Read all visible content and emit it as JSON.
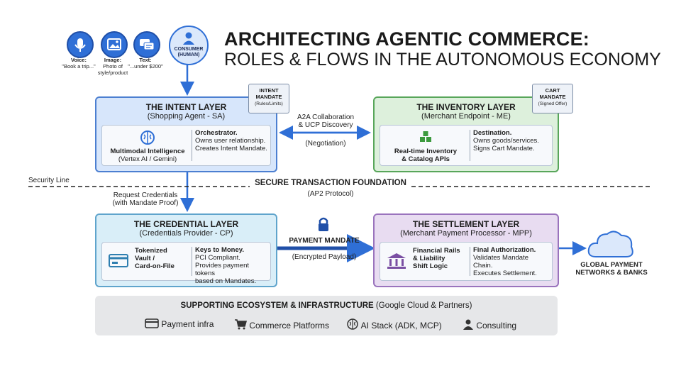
{
  "title": {
    "line1": "ARCHITECTING AGENTIC COMMERCE:",
    "line2": "ROLES & FLOWS IN THE AUTONOMOUS ECONOMY"
  },
  "inputs": [
    {
      "label": "Voice:",
      "detail": "\"Book a trip...\"",
      "icon": "microphone-icon"
    },
    {
      "label": "Image:",
      "detail": "Photo of style/product",
      "icon": "image-icon"
    },
    {
      "label": "Text:",
      "detail": "\"...under $200\"",
      "icon": "chat-icon"
    }
  ],
  "consumer": {
    "line1": "CONSUMER",
    "line2": "(HUMAN)",
    "icon": "person-icon"
  },
  "layers": {
    "intent": {
      "title": "THE INTENT LAYER",
      "subtitle": "(Shopping Agent - SA)",
      "left_title": "Multimodal Intelligence",
      "left_sub": "(Vertex AI / Gemini)",
      "right_bold": "Orchestrator.",
      "right_l1": "Owns user relationship.",
      "right_l2": "Creates Intent Mandate.",
      "doc_title": "INTENT MANDATE",
      "doc_sub": "(Rules/Limits)",
      "icon": "brain-icon"
    },
    "inventory": {
      "title": "THE INVENTORY LAYER",
      "subtitle": "(Merchant Endpoint - ME)",
      "left_l1": "Real-time Inventory",
      "left_l2": "& Catalog APIs",
      "right_bold": "Destination.",
      "right_l1": "Owns goods/services.",
      "right_l2": "Signs Cart Mandate.",
      "doc_title": "CART MANDATE",
      "doc_sub": "(Signed Offer)",
      "icon": "boxes-icon"
    },
    "credential": {
      "title": "THE CREDENTIAL LAYER",
      "subtitle": "(Credentials Provider - CP)",
      "left_l1": "Tokenized",
      "left_l2": "Vault /",
      "left_l3": "Card-on-File",
      "right_bold": "Keys to Money.",
      "right_l1": "PCI Compliant.",
      "right_l2": "Provides payment tokens",
      "right_l3": "based on Mandates.",
      "icon": "card-icon"
    },
    "settlement": {
      "title": "THE SETTLEMENT LAYER",
      "subtitle": "(Merchant Payment Processor - MPP)",
      "left_l1": "Financial Rails",
      "left_l2": "& Liability",
      "left_l3": "Shift Logic",
      "right_bold": "Final Authorization.",
      "right_l1": "Validates Mandate Chain.",
      "right_l2": "Executes Settlement.",
      "icon": "bank-icon"
    }
  },
  "flows": {
    "a2a_l1": "A2A Collaboration",
    "a2a_l2": "& UCP Discovery",
    "negotiation": "(Negotiation)",
    "request_l1": "Request Credentials",
    "request_l2": "(with Mandate Proof)",
    "payment_mandate": "PAYMENT MANDATE",
    "encrypted": "(Encrypted Payload)",
    "global_l1": "GLOBAL PAYMENT",
    "global_l2": "NETWORKS & BANKS"
  },
  "security": {
    "line_label": "Security Line",
    "foundation": "SECURE TRANSACTION FOUNDATION",
    "protocol": "(AP2 Protocol)"
  },
  "ecosystem": {
    "title_bold": "SUPPORTING ECOSYSTEM & INFRASTRUCTURE",
    "title_rest": " (Google Cloud & Partners)",
    "items": [
      {
        "label": "Payment infra",
        "icon": "card-icon"
      },
      {
        "label": "Commerce Platforms",
        "icon": "cart-icon"
      },
      {
        "label": "AI Stack (ADK, MCP)",
        "icon": "brain-icon"
      },
      {
        "label": "Consulting",
        "icon": "person-icon"
      }
    ]
  },
  "colors": {
    "intent": "#4c7fd1",
    "inventory": "#58a65a",
    "credential": "#5fa4cc",
    "settlement": "#9a73bd",
    "arrow": "#2f6fd6"
  }
}
